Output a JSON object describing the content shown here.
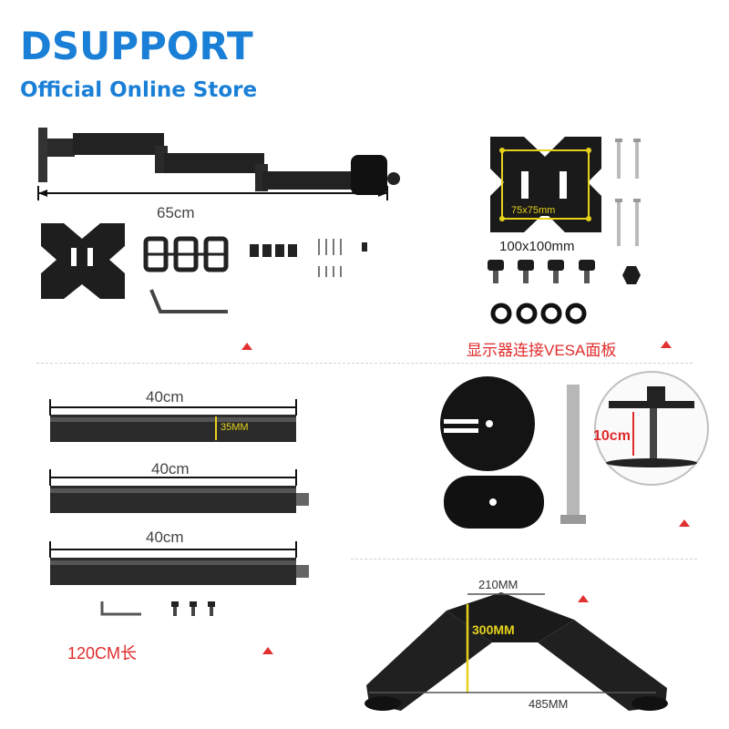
{
  "brand": {
    "name": "DSUPPORT",
    "subtitle": "Official Online Store",
    "color": "#1a7fd6"
  },
  "arm": {
    "length_label": "65cm"
  },
  "vesa": {
    "inner_label": "75x75mm",
    "outer_label": "100x100mm",
    "caption": "显示器连接VESA面板"
  },
  "poles": {
    "labels": [
      "40cm",
      "40cm",
      "40cm"
    ],
    "diameter_label": "35MM",
    "total_label": "120CM长"
  },
  "clamp": {
    "height_label": "10cm"
  },
  "base": {
    "width_top_label": "210MM",
    "depth_label": "300MM",
    "width_bottom_label": "485MM"
  },
  "colors": {
    "accent_red": "#e02b2b",
    "dimension_yellow": "#e6d21a",
    "metal": "#2b2b2b"
  }
}
